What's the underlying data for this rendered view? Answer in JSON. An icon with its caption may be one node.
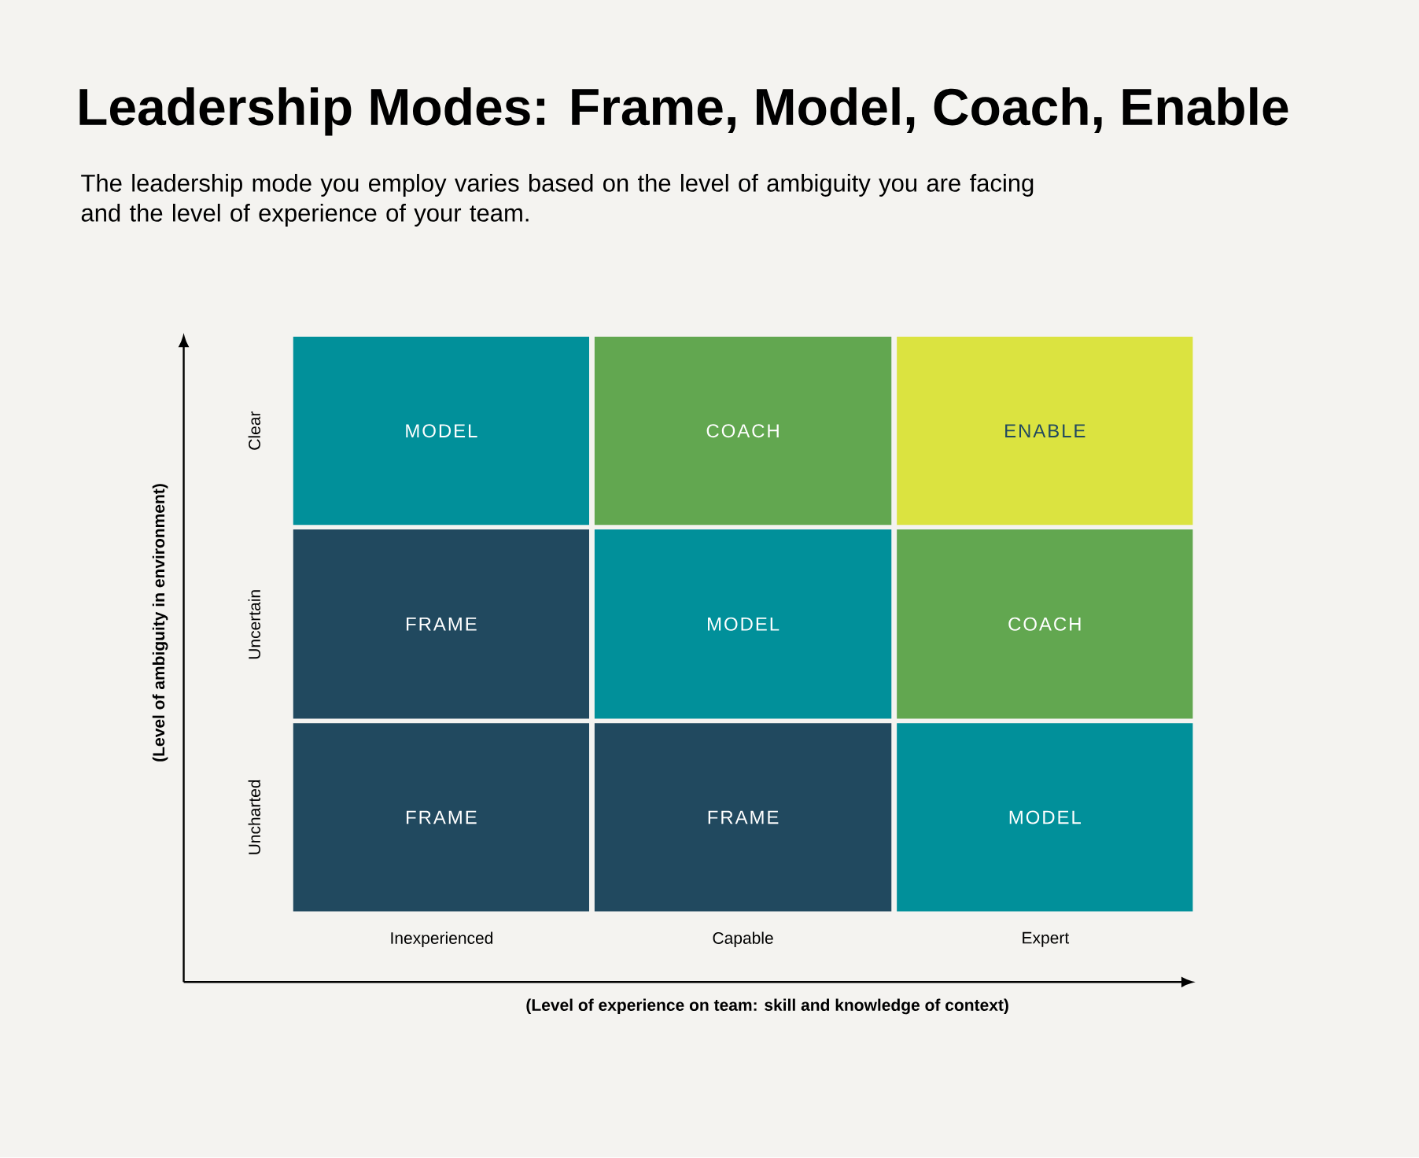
{
  "diagram": {
    "title": "Leadership Modes: Frame, Model, Coach, Enable",
    "nodes": [
      {
        "text": [
          "MODEL"
        ]
      },
      {
        "text": [
          "COACH"
        ]
      },
      {
        "text": [
          "ENABLE"
        ]
      },
      {
        "text": [
          "FRAME"
        ]
      },
      {
        "text": [
          "MODEL"
        ]
      },
      {
        "text": [
          "COACH"
        ]
      },
      {
        "text": [
          "FRAME"
        ]
      },
      {
        "text": [
          "FRAME"
        ]
      },
      {
        "text": [
          "MODEL"
        ]
      }
    ],
    "labels": [
      "The leadership mode you employ varies based on the level of ambiguity you are facing and the level of experience of your team.",
      "(Level of ambiguity in environment)",
      "Clear",
      "Uncertain",
      "Uncharted",
      "Inexperienced",
      "Capable",
      "Expert",
      "(Level of experience on team: skill and knowledge of context)"
    ]
  }
}
